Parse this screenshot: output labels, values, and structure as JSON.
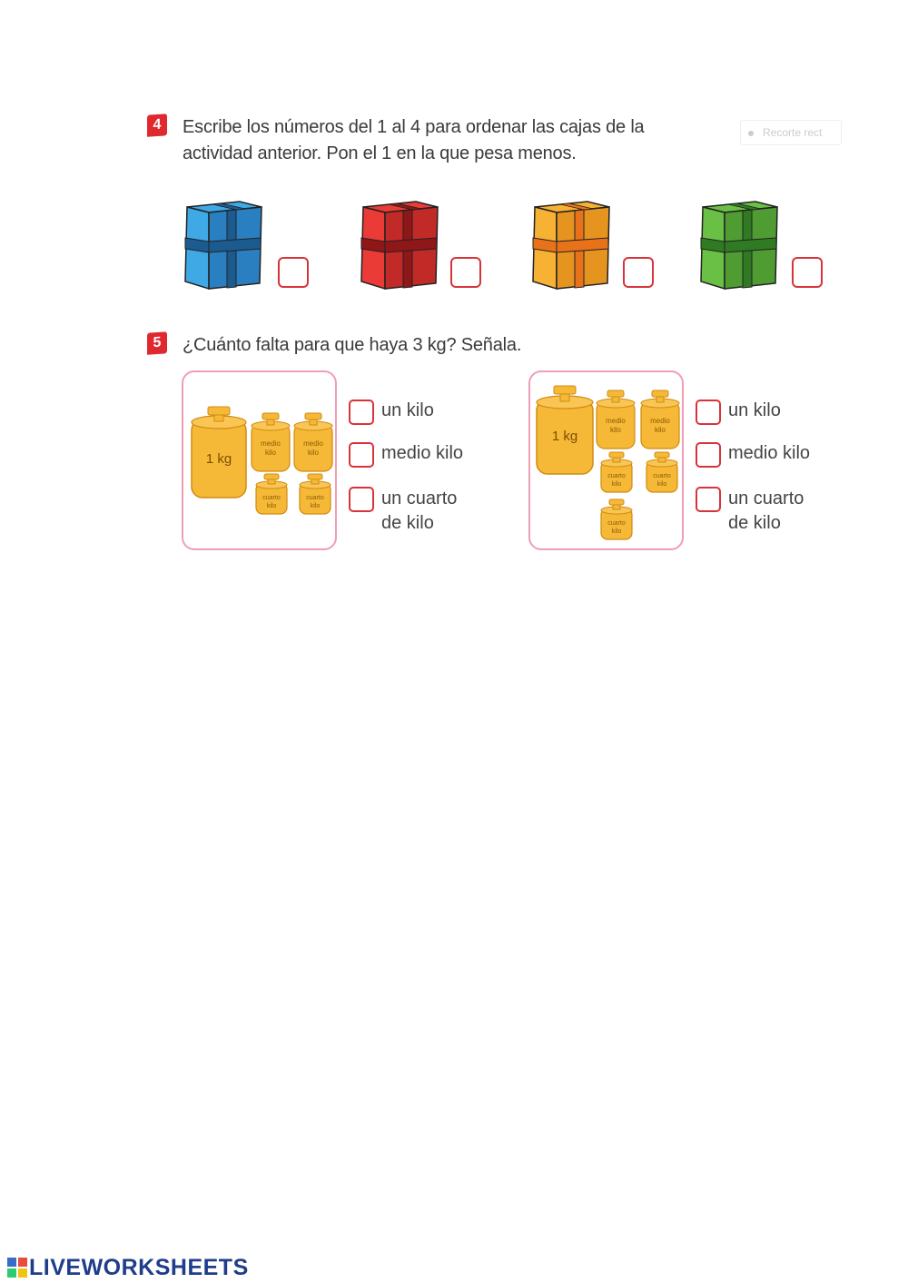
{
  "q4": {
    "number": "4",
    "text_line1": "Escribe los números del 1 al 4 para ordenar las cajas de la",
    "text_line2": "actividad anterior. Pon el 1 en la que pesa menos.",
    "boxes": [
      {
        "color_name": "blue",
        "face": "#3fa9e6",
        "side": "#2a7fc0",
        "ribbon": "#1c5b8f"
      },
      {
        "color_name": "red",
        "face": "#ea3b36",
        "side": "#c22a27",
        "ribbon": "#8f1717"
      },
      {
        "color_name": "orange",
        "face": "#f7b233",
        "side": "#e59420",
        "ribbon": "#e8721a"
      },
      {
        "color_name": "green",
        "face": "#6ac045",
        "side": "#4f9c32",
        "ribbon": "#2f7a22"
      }
    ]
  },
  "q5": {
    "number": "5",
    "text": "¿Cuánto falta para que haya 3 kg? Señala.",
    "panels": [
      {
        "weights": {
          "kg": "1 kg",
          "medio": "medio kilo",
          "cuarto": "cuarto kilo"
        },
        "options": [
          {
            "line1": "un kilo",
            "line2": ""
          },
          {
            "line1": "medio kilo",
            "line2": ""
          },
          {
            "line1": "un cuarto",
            "line2": "de kilo"
          }
        ]
      },
      {
        "weights": {
          "kg": "1 kg",
          "medio": "medio kilo",
          "cuarto": "cuarto kilo"
        },
        "options": [
          {
            "line1": "un kilo",
            "line2": ""
          },
          {
            "line1": "medio kilo",
            "line2": ""
          },
          {
            "line1": "un cuarto",
            "line2": "de kilo"
          }
        ]
      }
    ]
  },
  "recorte_label": "Recorte rect",
  "footer": {
    "brand": "LIVEWORKSHEETS"
  },
  "colors": {
    "accent": "#e0282f",
    "panel_border": "#ef9fb4",
    "weight": "#f6b937",
    "brand": "#1f3d8a"
  }
}
